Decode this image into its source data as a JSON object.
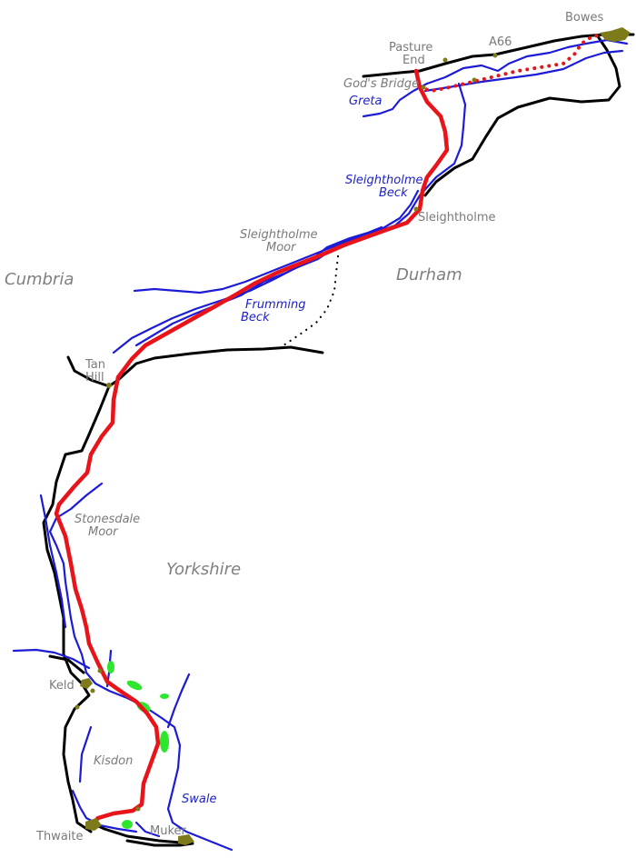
{
  "map": {
    "regions": {
      "cumbria": "Cumbria",
      "durham": "Durham",
      "yorkshire": "Yorkshire"
    },
    "places": {
      "bowes": "Bowes",
      "pasture_end_line1": "Pasture",
      "pasture_end_line2": "End",
      "a66": "A66",
      "gods_bridge": "God's Bridge",
      "sleightholme": "Sleightholme",
      "sleightholme_moor_line1": "Sleightholme",
      "sleightholme_moor_line2": "Moor",
      "tan_hill_line1": "Tan",
      "tan_hill_line2": "Hill",
      "stonesdale_moor_line1": "Stonesdale",
      "stonesdale_moor_line2": "Moor",
      "keld": "Keld",
      "kisdon": "Kisdon",
      "thwaite": "Thwaite",
      "muker": "Muker"
    },
    "watercourses": {
      "greta": "Greta",
      "sleightholme_beck_line1": "Sleightholme",
      "sleightholme_beck_line2": "Beck",
      "frumming_beck_line1": "Frumming",
      "frumming_beck_line2": "Beck",
      "swale": "Swale"
    },
    "colors": {
      "route": "#e8141a",
      "river": "#1c1cd6",
      "road": "#000000",
      "woodland": "#2ee62e",
      "settlement": "#7d7a1a"
    },
    "icons": {
      "village": "settlement-blob",
      "woodland": "woodland-blob"
    }
  }
}
